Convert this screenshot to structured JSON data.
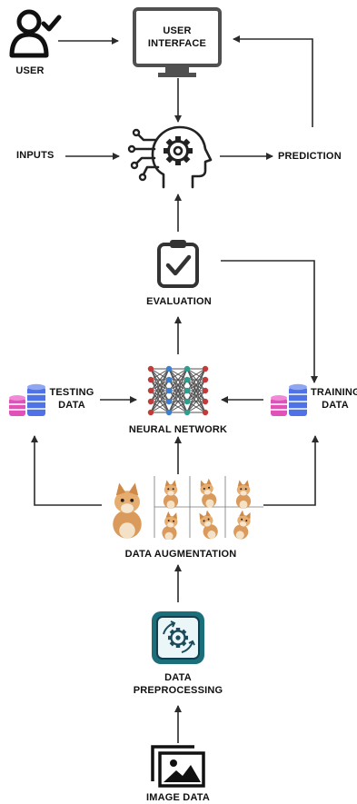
{
  "nodes": {
    "user": {
      "label": "USER",
      "icon": "user-check-icon"
    },
    "user_interface": {
      "line1": "USER",
      "line2": "INTERFACE",
      "icon": "monitor-icon"
    },
    "inputs": {
      "label": "INPUTS"
    },
    "ai_model": {
      "icon": "ai-head-gear-icon"
    },
    "prediction": {
      "label": "PREDICTION"
    },
    "evaluation": {
      "label": "EVALUATION",
      "icon": "clipboard-check-icon"
    },
    "testing_data": {
      "line1": "TESTING",
      "line2": "DATA",
      "icon": "database-icon"
    },
    "neural_network": {
      "label": "NEURAL NETWORK",
      "icon": "neural-network-icon"
    },
    "training_data": {
      "line1": "TRAINING",
      "line2": "DATA",
      "icon": "database-icon"
    },
    "data_augmentation": {
      "label": "DATA AUGMENTATION",
      "icon": "augmented-kitten-images"
    },
    "data_preprocessing": {
      "line1": "DATA",
      "line2": "PREPROCESSING",
      "icon": "gear-processing-icon"
    },
    "image_data": {
      "label": "IMAGE DATA",
      "icon": "image-gallery-icon"
    }
  },
  "colors": {
    "ink": "#2b2b2b",
    "db_pink": "#e052b8",
    "db_purple": "#8f5be0",
    "db_blue": "#4f73e6",
    "nn_red": "#c23b3b",
    "nn_blue": "#3d7fd1",
    "nn_teal": "#2e9e8f",
    "preproc_teal": "#1b6f7a",
    "cat_orange": "#d99a5b"
  }
}
